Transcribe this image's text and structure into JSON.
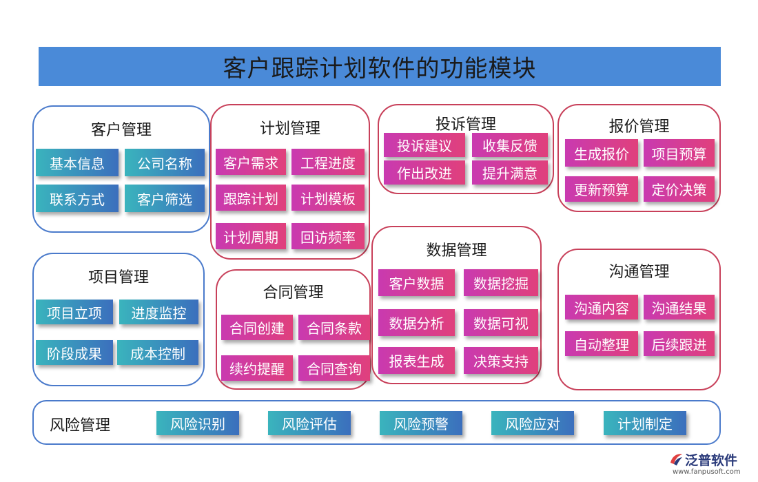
{
  "title": "客户跟踪计划软件的功能模块",
  "modules": {
    "customer": {
      "title": "客户管理",
      "items": [
        "基本信息",
        "公司名称",
        "联系方式",
        "客户筛选"
      ]
    },
    "plan": {
      "title": "计划管理",
      "items": [
        "客户需求",
        "工程进度",
        "跟踪计划",
        "计划模板",
        "计划周期",
        "回访频率"
      ]
    },
    "complaint": {
      "title": "投诉管理",
      "items": [
        "投诉建议",
        "收集反馈",
        "作出改进",
        "提升满意"
      ]
    },
    "quote": {
      "title": "报价管理",
      "items": [
        "生成报价",
        "项目预算",
        "更新预算",
        "定价决策"
      ]
    },
    "project": {
      "title": "项目管理",
      "items": [
        "项目立项",
        "进度监控",
        "阶段成果",
        "成本控制"
      ]
    },
    "contract": {
      "title": "合同管理",
      "items": [
        "合同创建",
        "合同条款",
        "续约提醒",
        "合同查询"
      ]
    },
    "data": {
      "title": "数据管理",
      "items": [
        "客户数据",
        "数据挖掘",
        "数据分析",
        "数据可视",
        "报表生成",
        "决策支持"
      ]
    },
    "comm": {
      "title": "沟通管理",
      "items": [
        "沟通内容",
        "沟通结果",
        "自动整理",
        "后续跟进"
      ]
    },
    "risk": {
      "title": "风险管理",
      "items": [
        "风险识别",
        "风险评估",
        "风险预警",
        "风险应对",
        "计划制定"
      ]
    }
  },
  "logo": {
    "name": "泛普软件",
    "url": "www.fanpusoft.com"
  },
  "colors": {
    "title_bar": "#4a8ad8",
    "pink_tile": "#d83d92",
    "teal_tile": "#3a95bd",
    "pink_border": "#c8405a",
    "blue_border": "#4a7acb"
  }
}
